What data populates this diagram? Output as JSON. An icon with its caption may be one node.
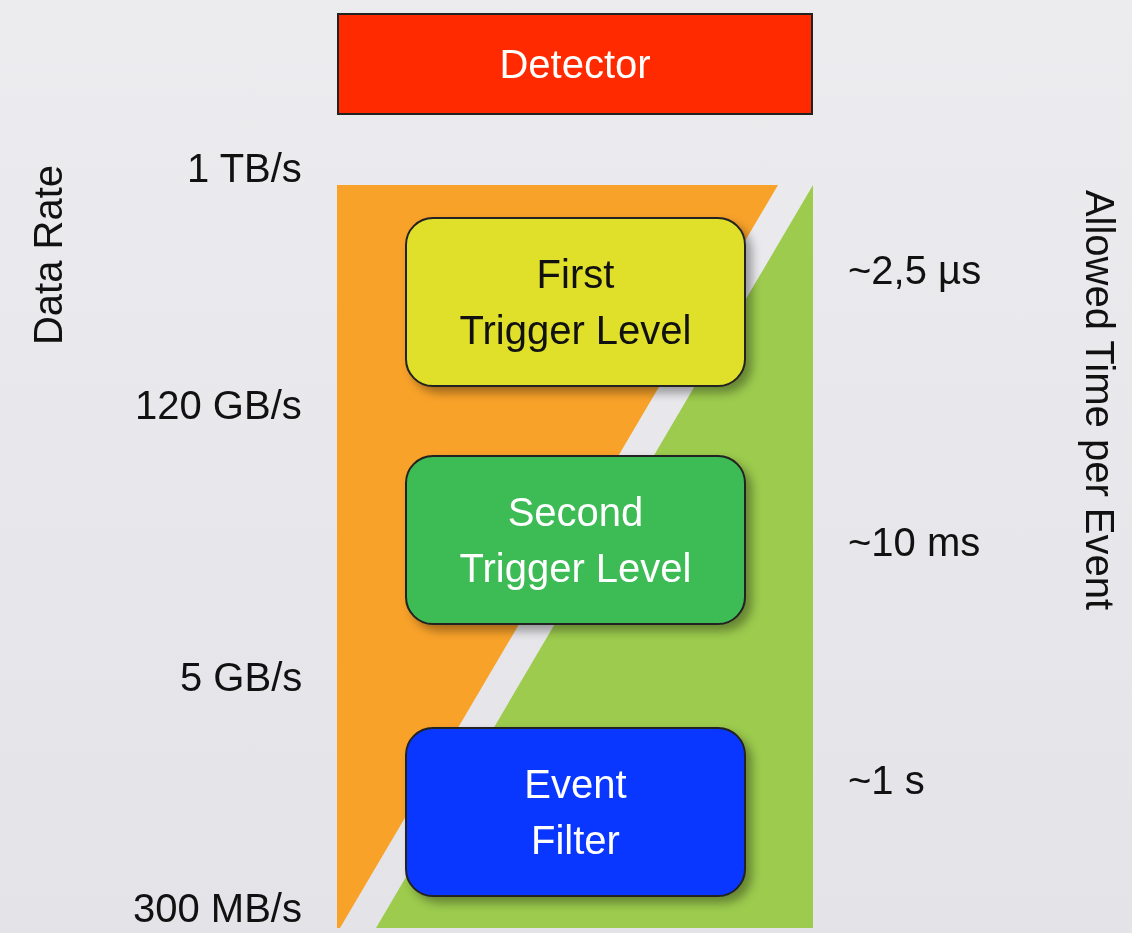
{
  "diagram": {
    "nodes": [
      {
        "text": [
          "Detector"
        ]
      },
      {
        "text": [
          "First Trigger Level"
        ]
      },
      {
        "text": [
          "Second Trigger Level"
        ]
      },
      {
        "text": [
          "Event Filter"
        ]
      }
    ],
    "labels": [
      "Data Rate",
      "1 TB/s",
      "Allowed Time per Event",
      "~2,5 µs",
      "120 GB/s",
      "~10 ms",
      "5 GB/s",
      "~1 s",
      "300 MB/s"
    ]
  }
}
